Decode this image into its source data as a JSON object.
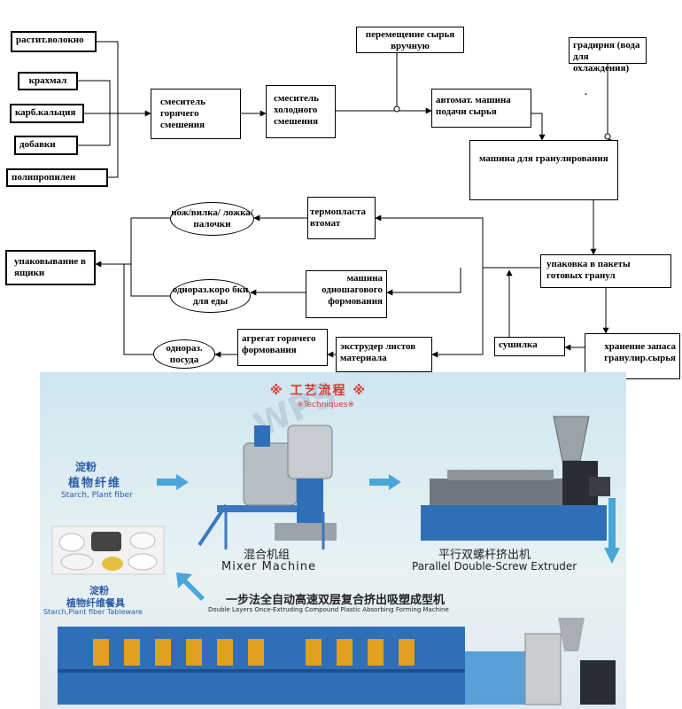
{
  "flow": {
    "inputs": {
      "fiber": "растит.волокно",
      "starch": "крахмал",
      "calcium": "карб.кальция",
      "additives": "добавки",
      "pp": "полипропилен"
    },
    "hot_mixer": "смеситель горячего смешения",
    "cold_mixer": "смеситель холодного смешения",
    "manual_move": "перемещение сырья вручную",
    "feeder": "автомат. машина подачи сырья",
    "cooling_tower": "градирня (вода для охлаждения)",
    "dot": ".",
    "pelletizer": "машина для гранулирования",
    "thermoforming_auto": "термопласта втомат",
    "cutlery": "нож/вилка/ ложка/палочки",
    "packing_boxes": "упаковывание в ящики",
    "bag_packing": "упаковка в пакеты готовых гранул",
    "one_step_forming": "машина одношагового формования",
    "disposable_boxes": "однораз.коро бки для еды",
    "dryer": "сушилка",
    "storage": "хранение запаса гранулир.сырья",
    "sheet_extruder": "экструдер листов материала",
    "hot_forming": "агрегат горячего формования",
    "disposable_dishes": "однораз. посуда"
  },
  "photo": {
    "process_title": "※ 工艺流程 ※",
    "process_sub": "※Techniques※",
    "watermark": "WPS",
    "starch_cn": "淀粉",
    "fiber_cn": "植物纤维",
    "starch_en": "Starch, Plant fiber",
    "mixer_cn": "混合机组",
    "mixer_en": "Mixer Machine",
    "extruder_cn": "平行双螺杆挤出机",
    "extruder_en": "Parallel Double-Screw Extruder",
    "tableware_cn1": "淀粉",
    "tableware_cn2": "植物纤维餐具",
    "tableware_en": "Starch,Plant fiber Tableware",
    "forming_cn": "一步法全自动高速双层复合挤出吸塑成型机",
    "forming_en": "Double Layers Once-Extruding Compound Plastic Absorbing Forming Machine"
  },
  "colors": {
    "title_red": "#d8362b",
    "blue_text": "#2a5aa8",
    "arrow_blue": "#4aa6d8",
    "machine_blue": "#2f6fb8"
  }
}
